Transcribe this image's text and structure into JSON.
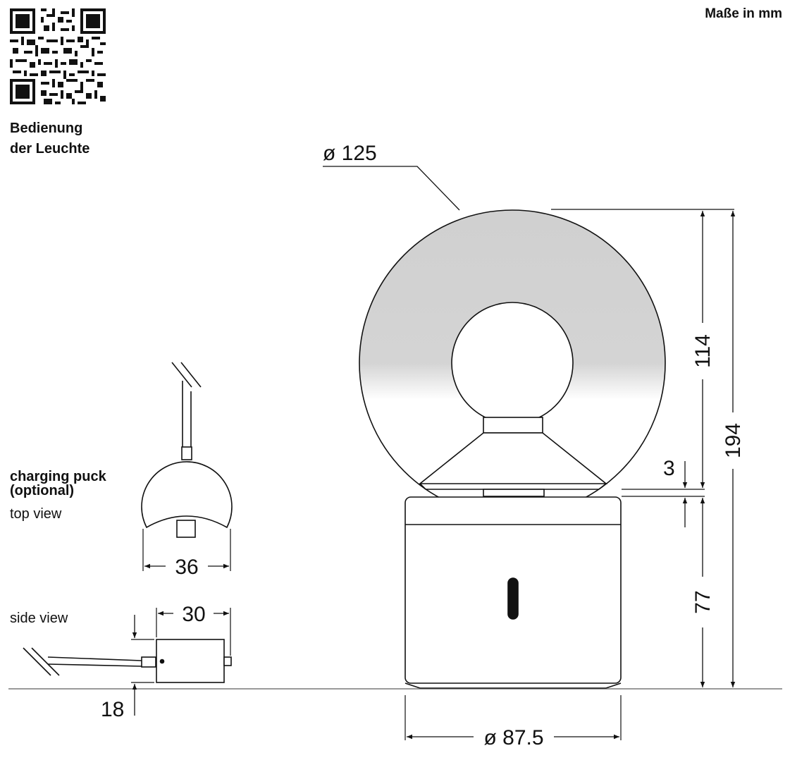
{
  "header": {
    "units": "Maße in mm"
  },
  "qr": {
    "caption_line1": "Bedienung",
    "caption_line2": "der Leuchte"
  },
  "charging_puck": {
    "title_line1": "charging puck",
    "title_line2": "(optional)",
    "top_view_label": "top view",
    "side_view_label": "side view"
  },
  "dimensions": {
    "shade_diameter": "ø 125",
    "upper_height": "114",
    "total_height": "194",
    "gap": "3",
    "base_height": "77",
    "base_diameter": "ø 87.5",
    "puck_width": "36",
    "puck_length": "30",
    "puck_height": "18"
  },
  "colors": {
    "line": "#111111",
    "shade_gray": "#d2d2d2",
    "floor": "#9a9a9a"
  }
}
